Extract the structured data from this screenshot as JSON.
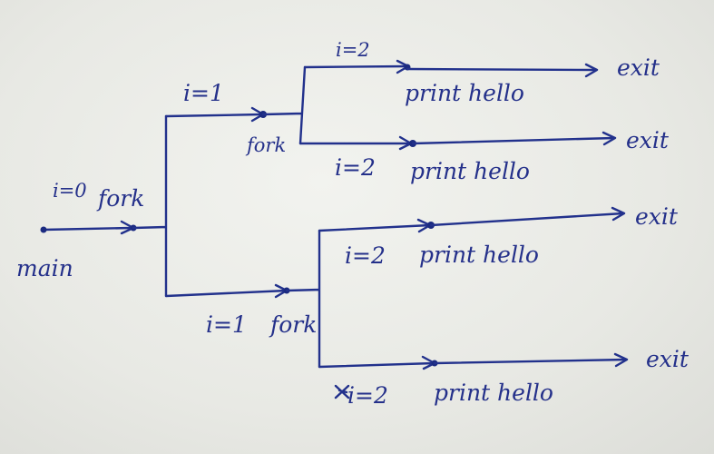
{
  "diagram": {
    "ink_color": "#22318c",
    "labels": {
      "main": "main",
      "i0": "i=0",
      "fork_root": "fork",
      "i1_upper": "i=1",
      "fork_upper": "fork",
      "i1_lower": "i=1",
      "fork_lower": "fork",
      "i2_a": "i=2",
      "i2_b": "i=2",
      "i2_c": "i=2",
      "i2_d": "i=2",
      "print_a": "print hello",
      "print_b": "print hello",
      "print_c": "print hello",
      "print_d": "print hello",
      "exit_a": "exit",
      "exit_b": "exit",
      "exit_c": "exit",
      "exit_d": "exit"
    }
  }
}
